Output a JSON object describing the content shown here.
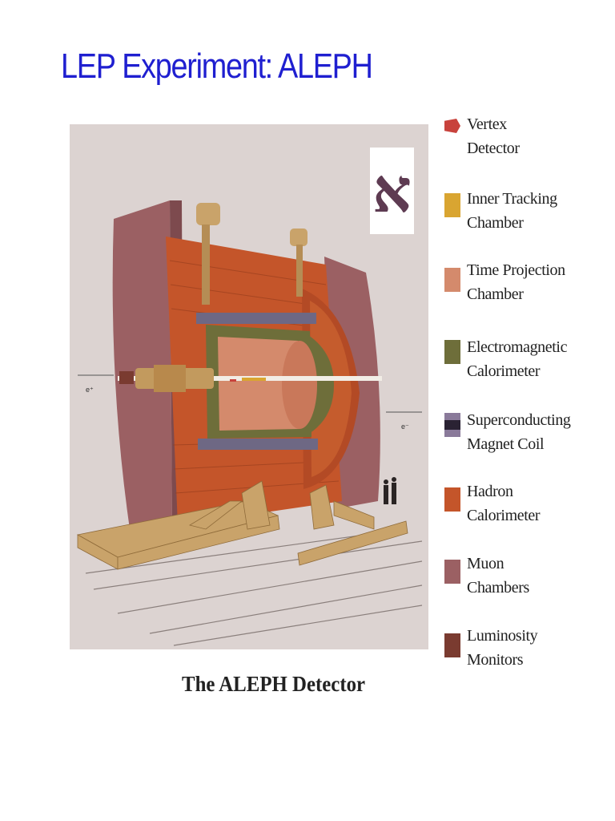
{
  "slide": {
    "title": "LEP Experiment: ALEPH",
    "caption": "The ALEPH Detector"
  },
  "logo": {
    "glyph": "א"
  },
  "beam_labels": {
    "left": "e⁺",
    "right": "e⁻"
  },
  "legend": [
    {
      "label": "Vertex\nDetector",
      "color": "#c8423c"
    },
    {
      "label": "Inner Tracking\nChamber",
      "color": "#d9a531"
    },
    {
      "label": "Time Projection\nChamber",
      "color": "#d48a6c"
    },
    {
      "label": "Electromagnetic\nCalorimeter",
      "color": "#6e6e3a"
    },
    {
      "label": "Superconducting\nMagnet Coil",
      "color": "#8a7a9a"
    },
    {
      "label": "Hadron\nCalorimeter",
      "color": "#c4552a"
    },
    {
      "label": "Muon\nChambers",
      "color": "#9b6063"
    },
    {
      "label": "Luminosity\nMonitors",
      "color": "#7a3b30"
    }
  ]
}
